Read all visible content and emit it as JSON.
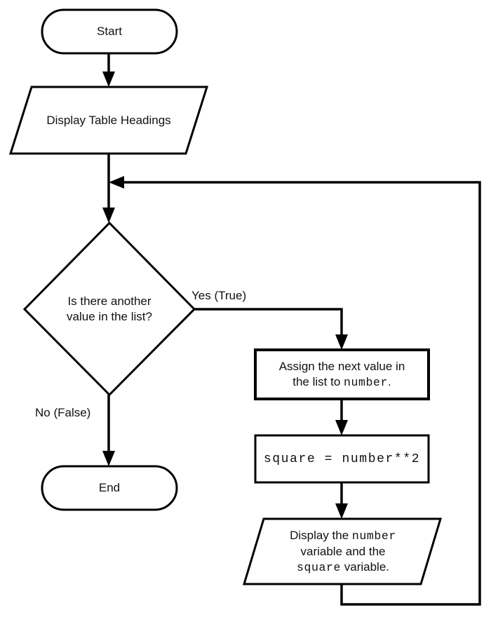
{
  "diagram": {
    "title": "Flowchart: loop over list, compute square of each number",
    "stroke_color": "#000000",
    "text_color": "#111111",
    "background_color": "#ffffff"
  },
  "nodes": {
    "start": {
      "shape": "terminal",
      "label": "Start"
    },
    "display_headings": {
      "shape": "parallelogram",
      "label": "Display Table Headings"
    },
    "decision": {
      "shape": "diamond",
      "line1": "Is there another",
      "line2": "value in the list?"
    },
    "assign": {
      "shape": "process",
      "line1": "Assign the next value in",
      "line2_prefix": "the list to ",
      "line2_mono": "number",
      "line2_suffix": "."
    },
    "square": {
      "shape": "process",
      "code": "square = number**2"
    },
    "display_values": {
      "shape": "parallelogram",
      "line1_prefix": "Display the ",
      "line1_mono": "number",
      "line2": "variable and the",
      "line3_mono": "square",
      "line3_suffix": " variable."
    },
    "end": {
      "shape": "terminal",
      "label": "End"
    }
  },
  "edges": [
    {
      "name": "start-to-display-headings",
      "from": "start",
      "to": "display_headings",
      "label": ""
    },
    {
      "name": "display-headings-to-decision",
      "from": "display_headings",
      "to": "decision",
      "label": ""
    },
    {
      "name": "decision-yes-to-assign",
      "from": "decision",
      "to": "assign",
      "label": "Yes (True)"
    },
    {
      "name": "decision-no-to-end",
      "from": "decision",
      "to": "end",
      "label": "No (False)"
    },
    {
      "name": "assign-to-square",
      "from": "assign",
      "to": "square",
      "label": ""
    },
    {
      "name": "square-to-display-values",
      "from": "square",
      "to": "display_values",
      "label": ""
    },
    {
      "name": "display-values-loop-back",
      "from": "display_values",
      "to": "decision",
      "label": ""
    }
  ],
  "labels": {
    "yes_branch": "Yes (True)",
    "no_branch": "No (False)"
  }
}
